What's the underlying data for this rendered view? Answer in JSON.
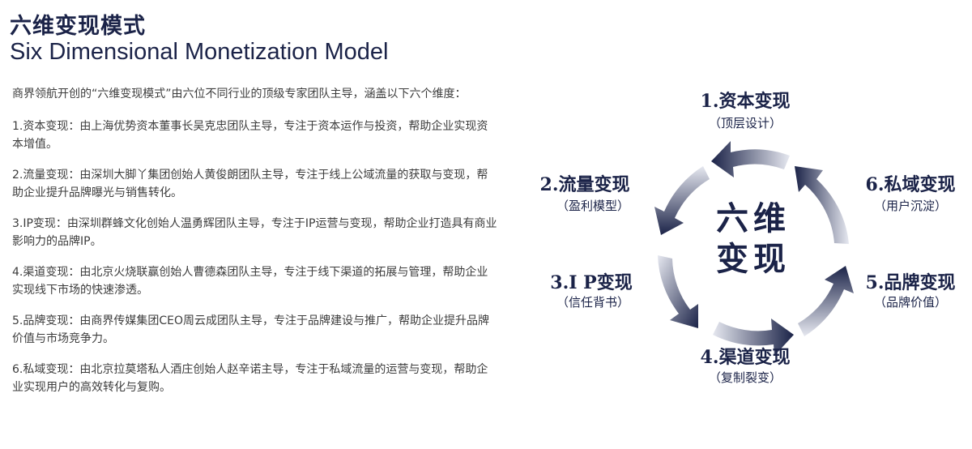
{
  "header": {
    "title_cn": "六维变现模式",
    "title_en": "Six Dimensional Monetization Model"
  },
  "description": {
    "intro": "商界领航开创的“六维变现模式”由六位不同行业的顶级专家团队主导，涵盖以下六个维度：",
    "items": [
      "1.资本变现：由上海优势资本董事长吴克忠团队主导，专注于资本运作与投资，帮助企业实现资本增值。",
      "2.流量变现：由深圳大脚丫集团创始人黄俊朗团队主导，专注于线上公域流量的获取与变现，帮助企业提升品牌曝光与销售转化。",
      "3.IP变现：由深圳群蜂文化创始人温勇辉团队主导，专注于IP运营与变现，帮助企业打造具有商业影响力的品牌IP。",
      "4.渠道变现：由北京火烧联赢创始人曹德森团队主导，专注于线下渠道的拓展与管理，帮助企业实现线下市场的快速渗透。",
      "5.品牌变现：由商界传媒集团CEO周云成团队主导，专注于品牌建设与推广，帮助企业提升品牌价值与市场竞争力。",
      "6.私域变现：由北京拉莫塔私人酒庄创始人赵辛诺主导，专注于私域流量的运营与变现，帮助企业实现用户的高效转化与复购。"
    ]
  },
  "diagram": {
    "center_line1": "六维",
    "center_line2": "变现",
    "accent_color": "#1b2348",
    "stages": [
      {
        "title": "1.资本变现",
        "sub": "（顶层设计）"
      },
      {
        "title": "2.流量变现",
        "sub": "（盈利模型）"
      },
      {
        "title": "3.I P变现",
        "sub": "（信任背书）"
      },
      {
        "title": "4.渠道变现",
        "sub": "（复制裂变）"
      },
      {
        "title": "5.品牌变现",
        "sub": "（品牌价值）"
      },
      {
        "title": "6.私域变现",
        "sub": "（用户沉淀）"
      }
    ]
  }
}
